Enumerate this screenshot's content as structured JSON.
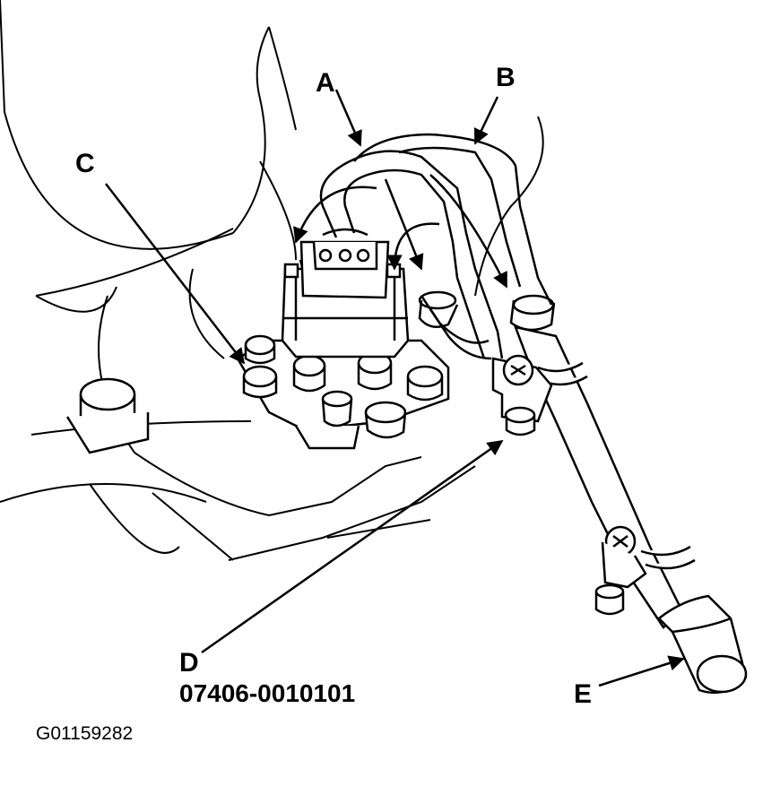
{
  "labels": {
    "a": "A",
    "b": "B",
    "c": "C",
    "d": "D",
    "e": "E"
  },
  "tool_part_number": "07406-0010101",
  "figure_id": "G01159282"
}
